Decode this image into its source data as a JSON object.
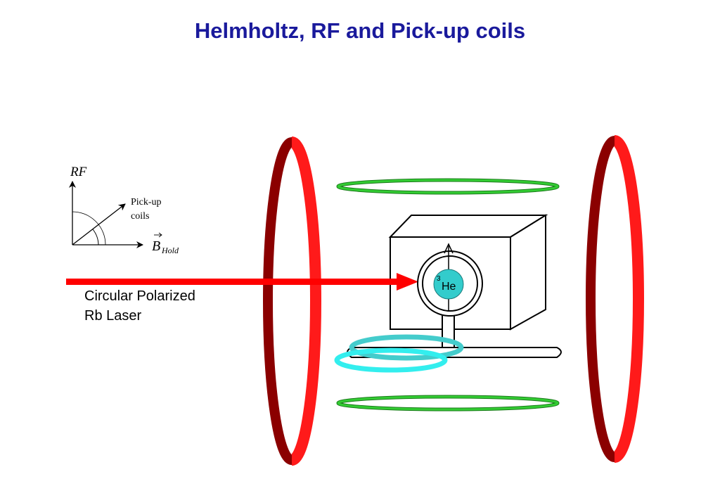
{
  "title": "Helmholtz, RF and Pick-up coils",
  "axes_inset": {
    "rf_label": "RF",
    "pickup_label_line1": "Pick-up",
    "pickup_label_line2": "coils",
    "bhold_letter": "B",
    "bhold_subscript": "Hold"
  },
  "laser": {
    "label_line1": "Circular Polarized",
    "label_line2": "Rb Laser"
  },
  "cell": {
    "isotope_superscript": "3",
    "element": "He"
  },
  "colors": {
    "title": "#1a1a9c",
    "helmholtz_dark": "#8b0000",
    "helmholtz_bright": "#ff1a1a",
    "rf_coil": "#33cc33",
    "rf_coil_dark": "#1a7a1a",
    "pickup_coil": "#44cccc",
    "pickup_coil_bright": "#33eeee",
    "laser": "#ff0000",
    "cell_fill": "#33cccc"
  }
}
